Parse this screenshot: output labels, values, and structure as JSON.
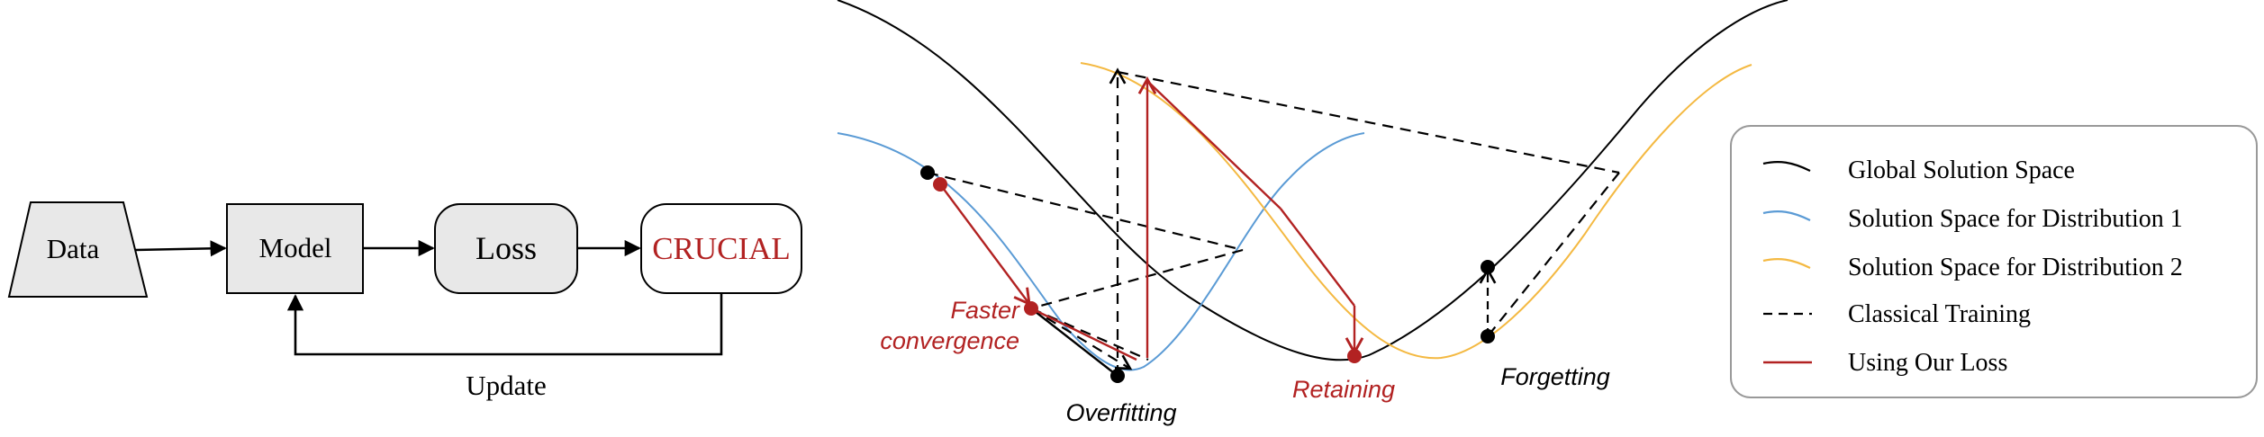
{
  "pipeline": {
    "data_label": "Data",
    "model_label": "Model",
    "loss_label": "Loss",
    "crucial_label": "CRUCIAL",
    "update_label": "Update"
  },
  "annotations": {
    "faster_line1": "Faster",
    "faster_line2": "convergence",
    "overfitting": "Overfitting",
    "retaining": "Retaining",
    "forgetting": "Forgetting"
  },
  "legend": {
    "items": [
      {
        "label": "Global Solution Space",
        "color": "#000000",
        "style": "solid"
      },
      {
        "label": "Solution Space for Distribution 1",
        "color": "#5b9bd5",
        "style": "solid"
      },
      {
        "label": "Solution Space for Distribution 2",
        "color": "#f4b942",
        "style": "solid"
      },
      {
        "label": "Classical Training",
        "color": "#000000",
        "style": "dashed"
      },
      {
        "label": "Using Our Loss",
        "color": "#b22222",
        "style": "solid"
      }
    ]
  },
  "colors": {
    "black": "#000000",
    "blue": "#5b9bd5",
    "yellow": "#f4b942",
    "red": "#b22222",
    "box_fill": "#e8e8e8",
    "legend_border": "#999999"
  }
}
